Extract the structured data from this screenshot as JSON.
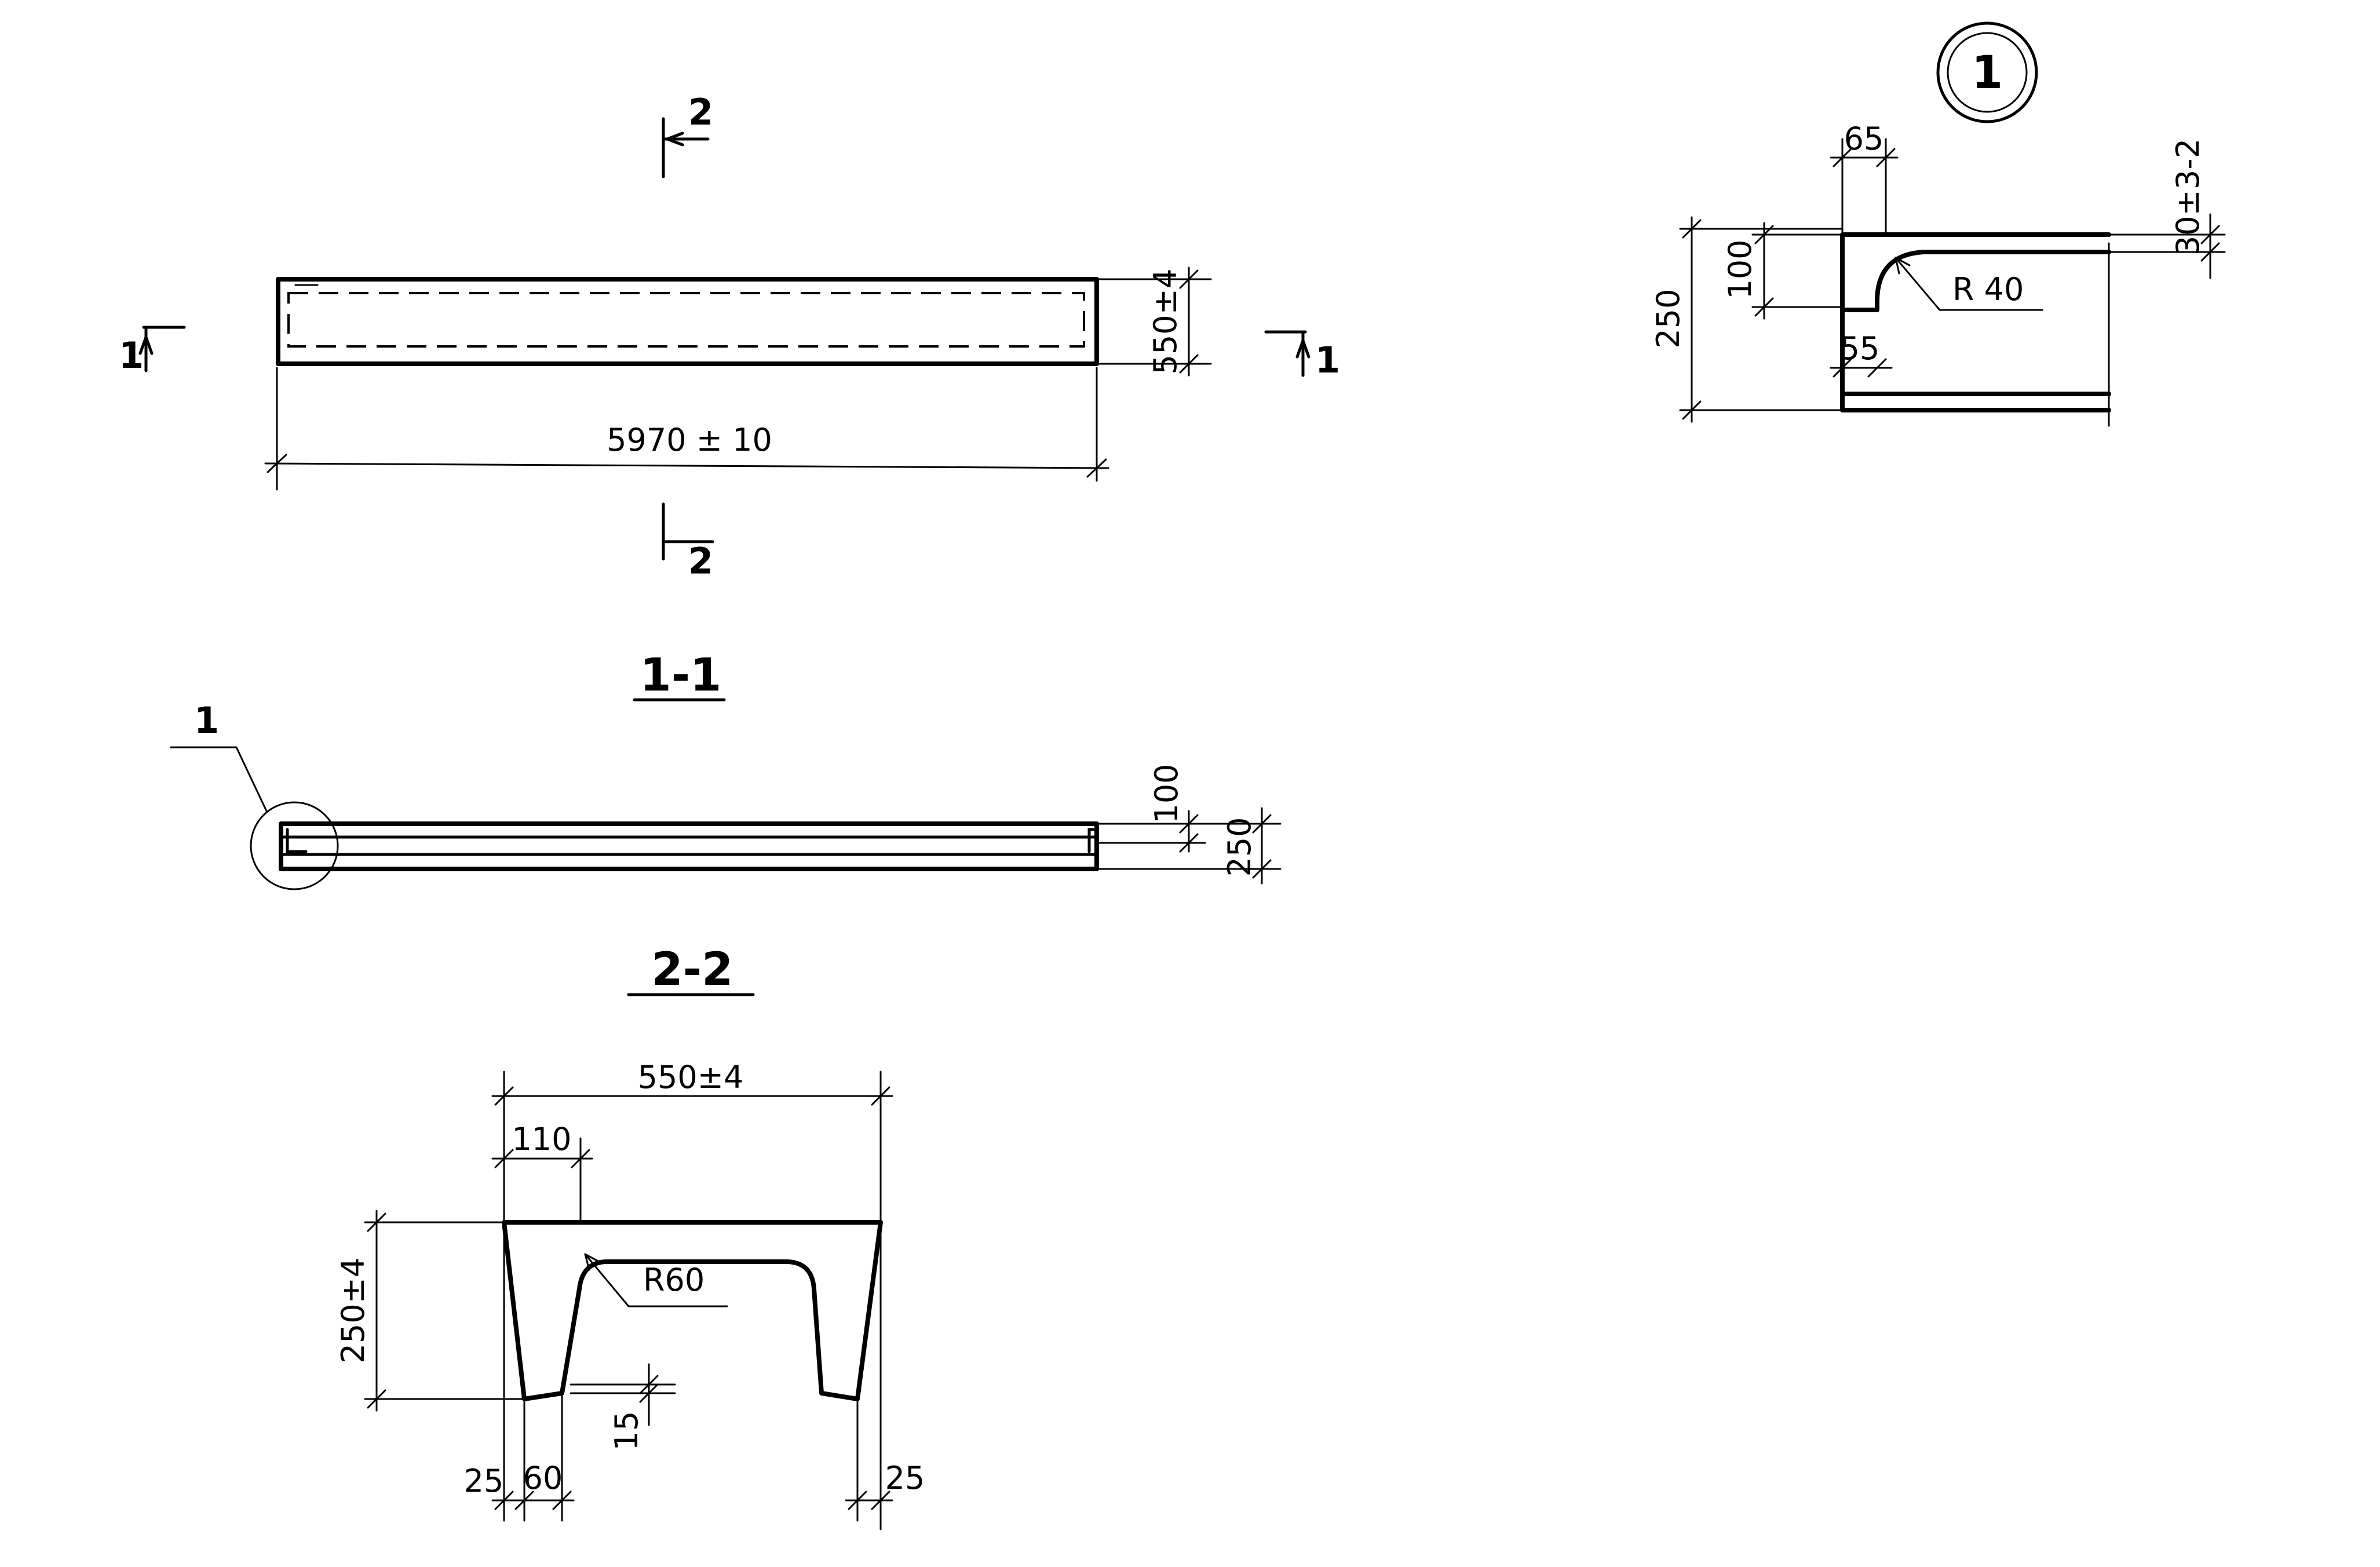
{
  "plan": {
    "length_dim": "5970 ± 10",
    "width_dim": "550±4",
    "section1_mark_left": "1",
    "section1_mark_right": "1",
    "section2_mark_top": "2",
    "section2_mark_bottom": "2"
  },
  "section_1_1": {
    "title": "1-1",
    "detail_callout": "1",
    "dim_flange": "100",
    "dim_height": "250"
  },
  "section_2_2": {
    "title": "2-2",
    "dim_width": "550±4",
    "dim_flange": "110",
    "dim_height": "250±4",
    "radius": "R60",
    "dim_step": "15",
    "dim_left_edge": "25",
    "dim_leg": "60",
    "dim_right_edge": "25"
  },
  "detail_1": {
    "number": "1",
    "dim_top": "65",
    "dim_bottom": "55",
    "dim_flange": "100",
    "dim_height": "250",
    "radius": "R 40",
    "dim_tolerance": "30±3-2"
  }
}
